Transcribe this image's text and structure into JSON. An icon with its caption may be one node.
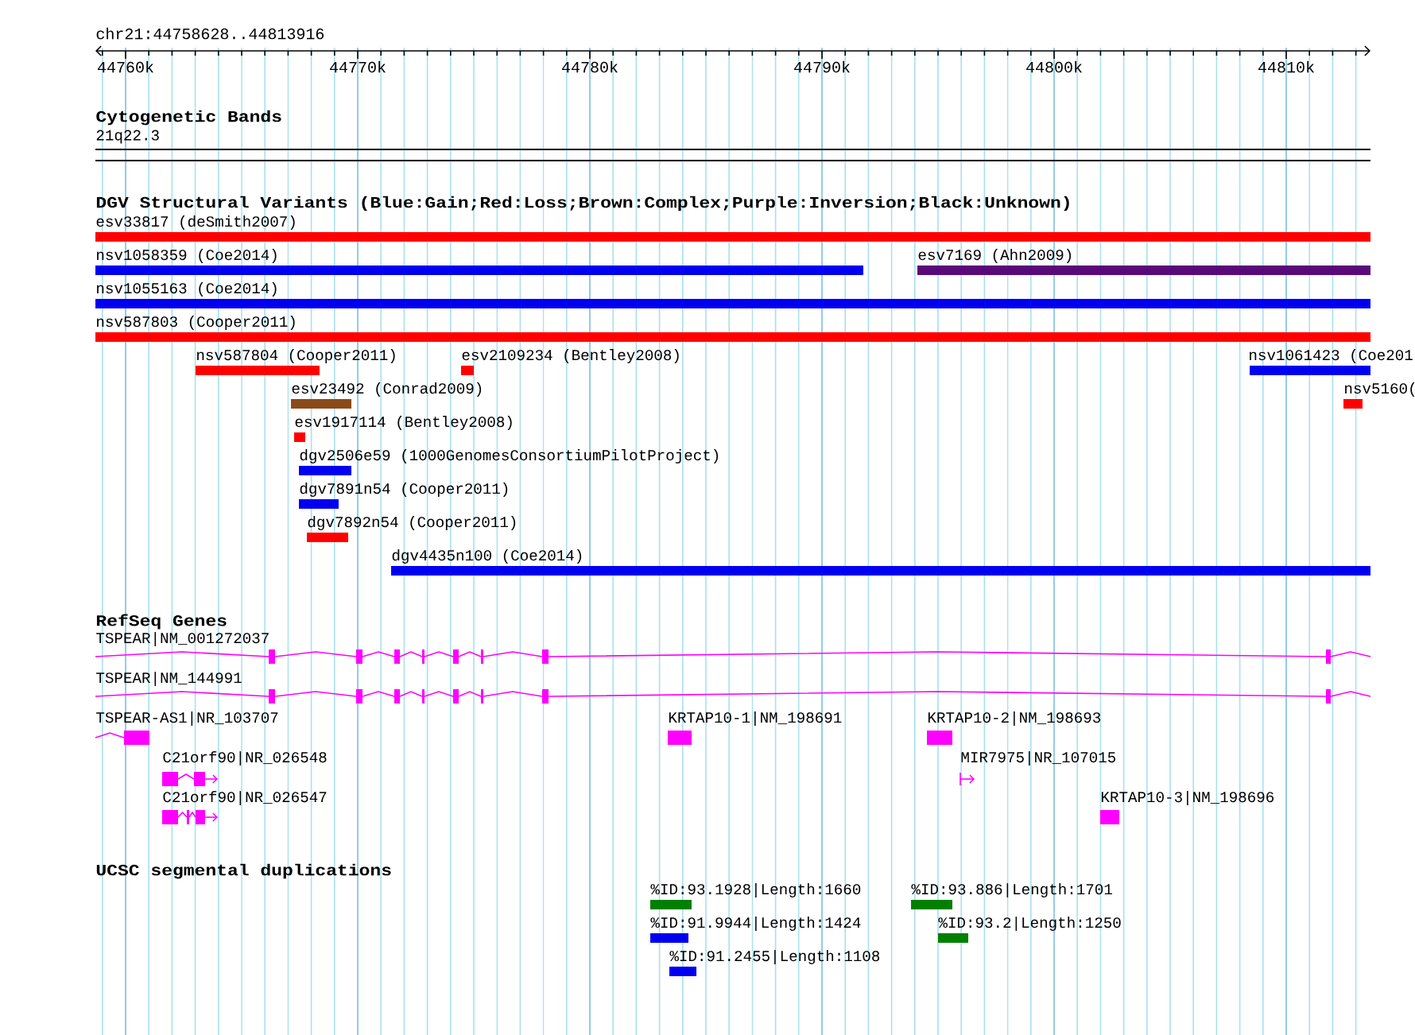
{
  "diagram": {
    "nodes": [
      {
        "text": [
          "21q22.3"
        ]
      },
      {
        "text": [
          "esv33817 (deSmith2007)"
        ]
      },
      {
        "text": [
          "nsv1058359 (Coe2014)"
        ]
      },
      {
        "text": [
          "esv7169 (Ahn2009)"
        ]
      },
      {
        "text": [
          "nsv1055163 (Coe2014)"
        ]
      },
      {
        "text": [
          "nsv587803 (Cooper2011)"
        ]
      },
      {
        "text": [
          "nsv587804 (Cooper2011)"
        ]
      },
      {
        "text": [
          "esv2109234 (Bentley2008)"
        ]
      },
      {
        "text": [
          "nsv1061423 (Coe201"
        ]
      },
      {
        "text": [
          "esv23492 (Conrad2009)"
        ]
      },
      {
        "text": [
          "nsv5160("
        ]
      },
      {
        "text": [
          "esv1917114 (Bentley2008)"
        ]
      },
      {
        "text": [
          "dgv2506e59 (1000GenomesConsortiumPilotProject)"
        ]
      },
      {
        "text": [
          "dgv7891n54 (Cooper2011)"
        ]
      },
      {
        "text": [
          "dgv7892n54 (Cooper2011)"
        ]
      },
      {
        "text": [
          "dgv4435n100 (Coe2014)"
        ]
      },
      {
        "text": [
          "TSPEAR|NM_001272037"
        ]
      },
      {
        "text": [
          "TSPEAR|NM_144991"
        ]
      },
      {
        "text": [
          "TSPEAR-AS1|NR_103707"
        ]
      },
      {
        "text": [
          "KRTAP10-1|NM_198691"
        ]
      },
      {
        "text": [
          "KRTAP10-2|NM_198693"
        ]
      },
      {
        "text": [
          "C21orf90|NR_026548"
        ]
      },
      {
        "text": [
          "MIR7975|NR_107015"
        ]
      },
      {
        "text": [
          "C21orf90|NR_026547"
        ]
      },
      {
        "text": [
          "KRTAP10-3|NM_198696"
        ]
      },
      {
        "text": [
          "%ID:93.1928|Length:1660"
        ]
      },
      {
        "text": [
          "%ID:93.886|Length:1701"
        ]
      },
      {
        "text": [
          "%ID:91.9944|Length:1424"
        ]
      },
      {
        "text": [
          "%ID:93.2|Length:1250"
        ]
      },
      {
        "text": [
          "%ID:91.2455|Length:1108"
        ]
      }
    ],
    "labels": [
      "chr21:44758628..44813916",
      "44760k",
      "44770k",
      "44780k",
      "44790k",
      "44800k",
      "44810k",
      "Cytogenetic Bands",
      "DGV Structural Variants (Blue:Gain;Red:Loss;Brown:Complex;Purple:Inversion;Black:Unknown)",
      "RefSeq Genes",
      "UCSC segmental duplications"
    ]
  }
}
